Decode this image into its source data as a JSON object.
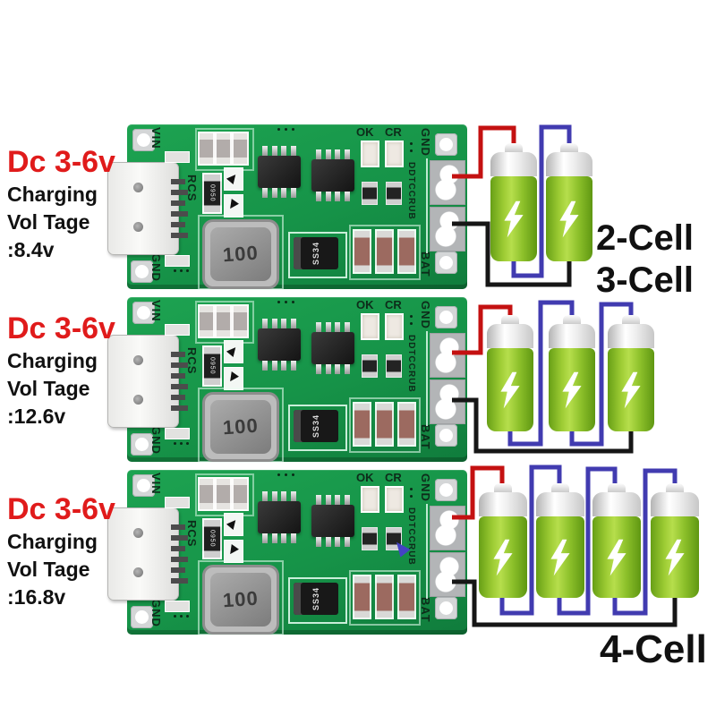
{
  "colors": {
    "label_red": "#e01b1b",
    "wire_red": "#c41111",
    "wire_blue": "#413bb0",
    "wire_black": "#161616",
    "pcb_green": "#169348",
    "battery_green": "#8cc02a"
  },
  "board_labels": {
    "vin": "VIN",
    "gnd_left": "GND",
    "gnd_right": "GND",
    "bat": "BAT",
    "rcs": "RCS",
    "ok": "OK",
    "cr": "CR",
    "chip_id": "DDTCCRUB",
    "inductor_value": "100",
    "diode_marking": "SS34",
    "resistor_marking": "0950"
  },
  "modules": [
    {
      "input_label": "Dc 3-6v",
      "line1": "Charging",
      "line2": "Vol Tage",
      "line3": ":8.4v"
    },
    {
      "input_label": "Dc 3-6v",
      "line1": "Charging",
      "line2": "Vol Tage",
      "line3": ":12.6v"
    },
    {
      "input_label": "Dc 3-6v",
      "line1": "Charging",
      "line2": "Vol Tage",
      "line3": ":16.8v"
    }
  ],
  "battery_groups": [
    {
      "label": "2-Cell",
      "cells": 2
    },
    {
      "label": "3-Cell",
      "cells": 3
    },
    {
      "label": "4-Cell",
      "cells": 4
    }
  ]
}
